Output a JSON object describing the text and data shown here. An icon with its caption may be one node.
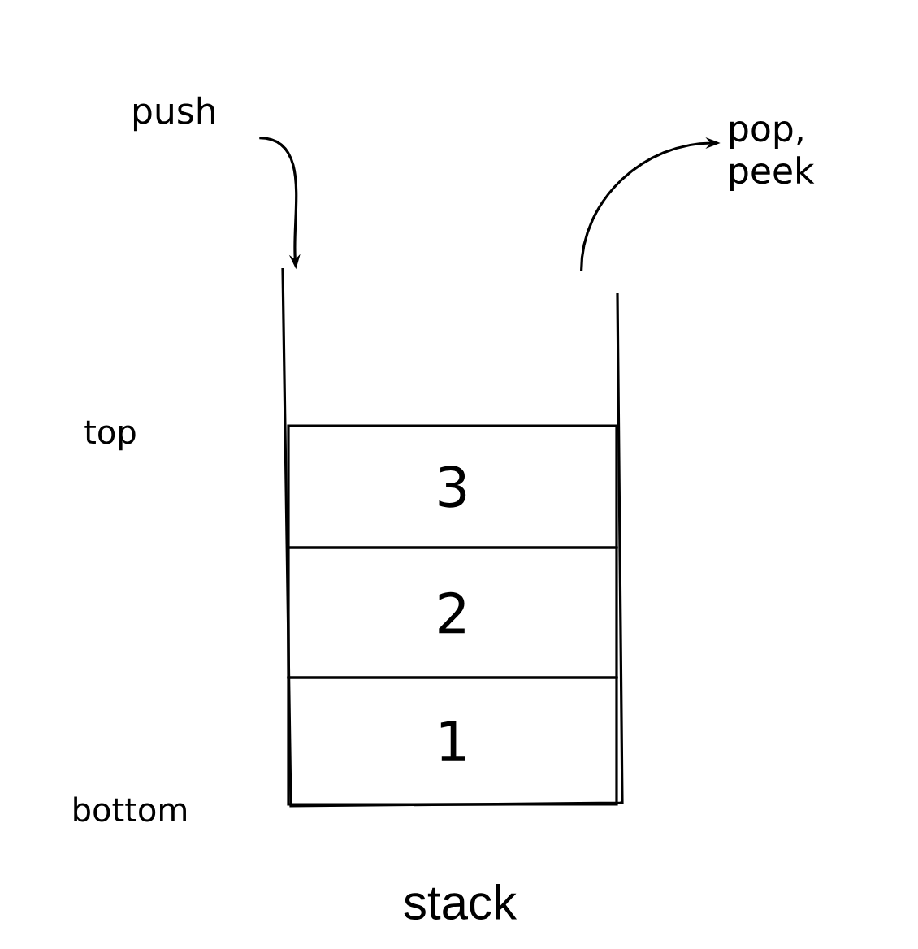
{
  "diagram": {
    "caption": "stack",
    "nodes": [
      {
        "text": [
          "push"
        ]
      },
      {
        "text": [
          "pop, peek"
        ]
      },
      {
        "text": [],
        "shape": "box"
      },
      {
        "text": [
          "3"
        ],
        "in": 2
      },
      {
        "text": [
          "2"
        ],
        "in": 2
      },
      {
        "text": [
          "1"
        ],
        "in": 2
      }
    ],
    "edges": [
      {
        "from": 0,
        "to": 2,
        "arrow": "to"
      },
      {
        "from": 2,
        "to": 1,
        "arrow": "to"
      }
    ],
    "labels": [
      "top",
      "bottom"
    ]
  }
}
